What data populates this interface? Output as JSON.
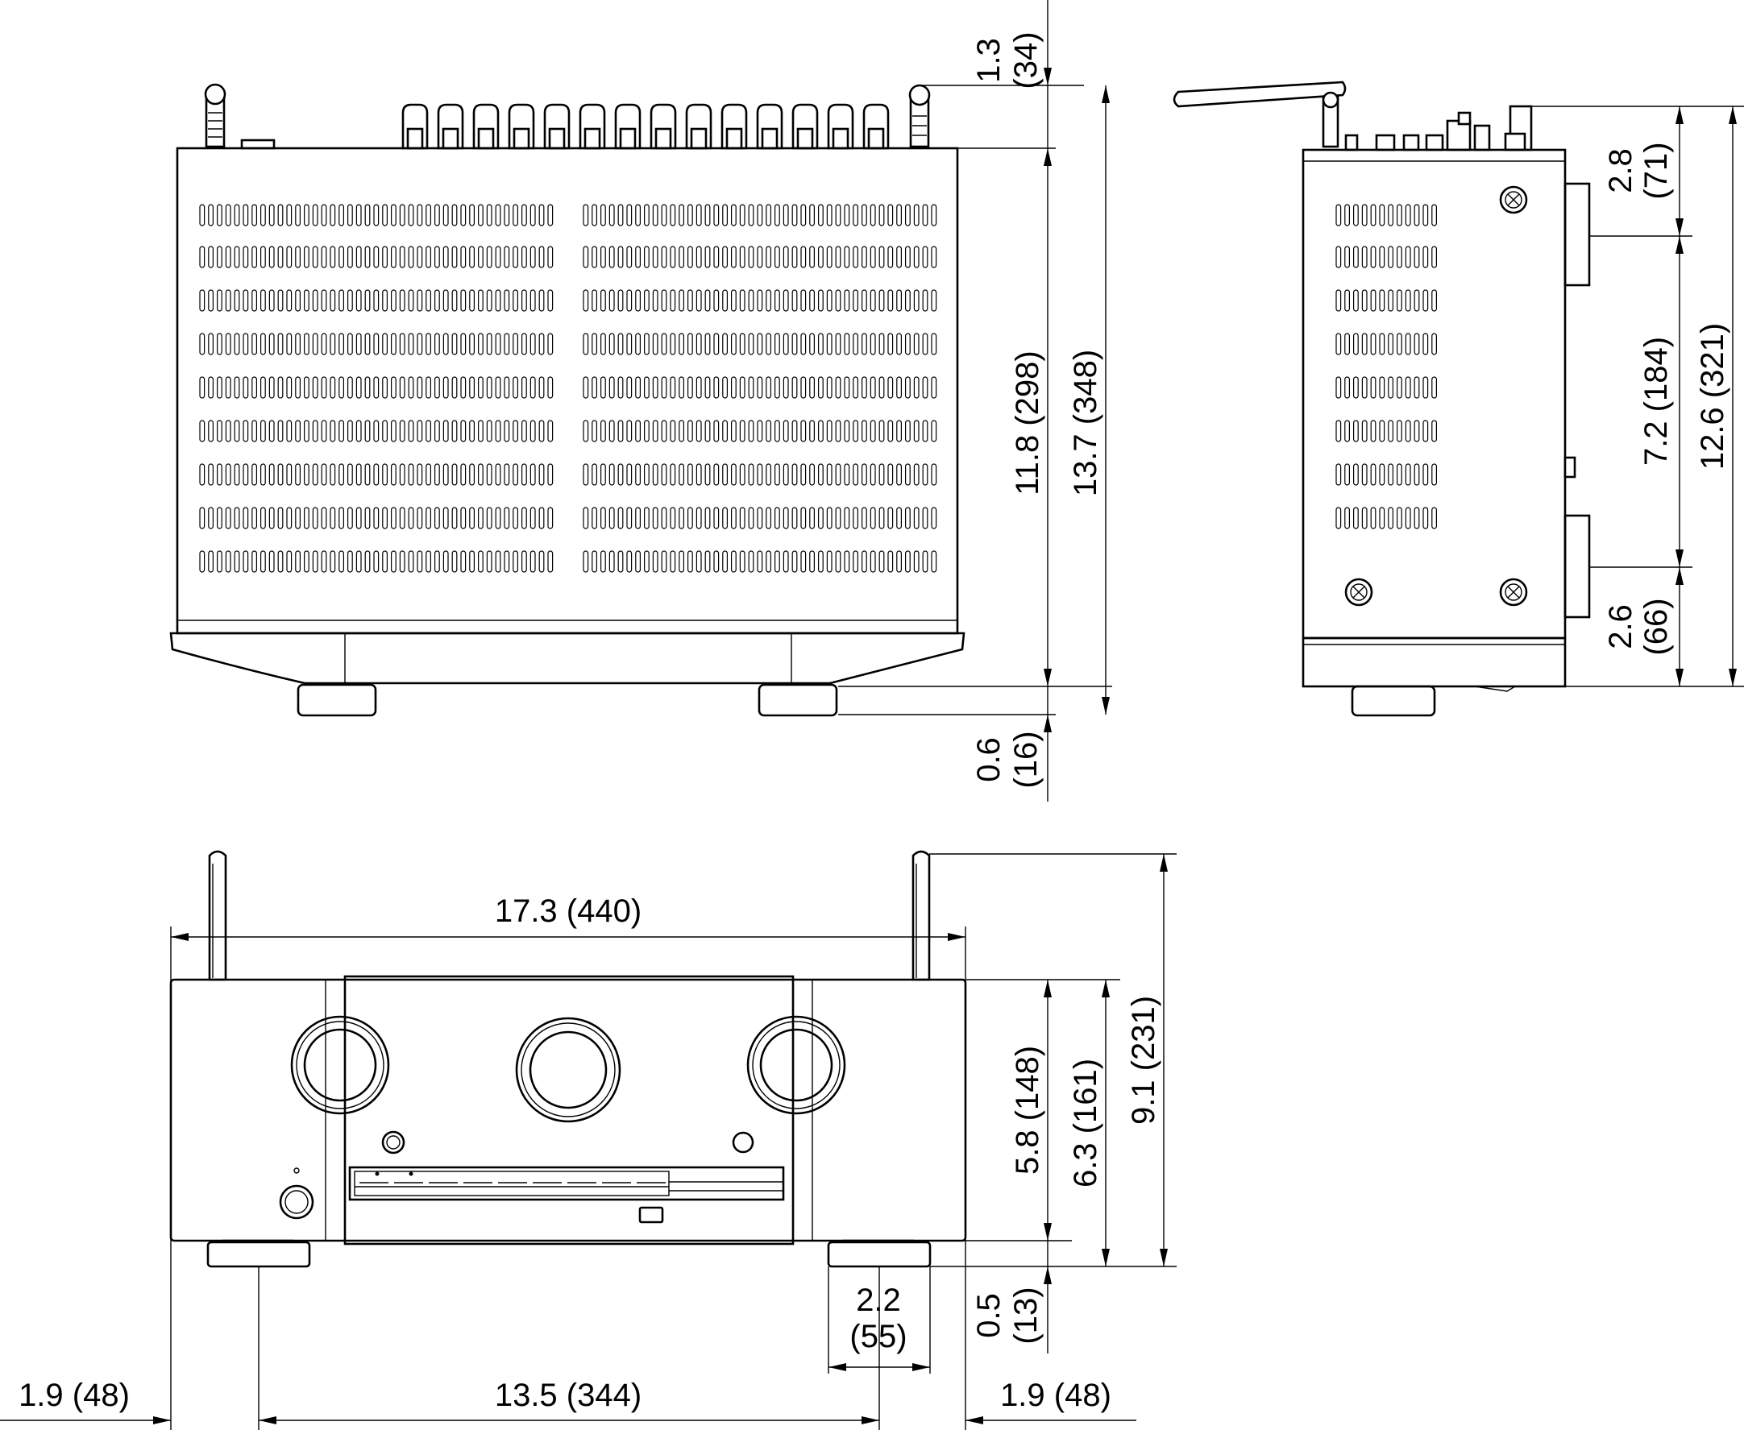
{
  "top_view": {
    "vertical_dims": [
      {
        "line1": "1.3",
        "line2": "(34)"
      },
      {
        "text": "11.8 (298)"
      },
      {
        "text": "13.7 (348)"
      },
      {
        "line1": "0.6",
        "line2": "(16)"
      }
    ]
  },
  "side_view": {
    "vertical_dims": [
      {
        "line1": "2.8",
        "line2": "(71)"
      },
      {
        "text": "7.2 (184)"
      },
      {
        "text": "12.6 (321)"
      },
      {
        "line1": "2.6",
        "line2": "(66)"
      }
    ]
  },
  "front_view": {
    "width_dim": "17.3 (440)",
    "vertical_dims": [
      {
        "text": "5.8 (148)"
      },
      {
        "text": "6.3 (161)"
      },
      {
        "text": "9.1 (231)"
      },
      {
        "line1": "0.5",
        "line2": "(13)"
      }
    ],
    "foot_dim": {
      "line1": "2.2",
      "line2": "(55)"
    },
    "bottom_dims": [
      "1.9 (48)",
      "13.5 (344)",
      "1.9 (48)"
    ]
  }
}
